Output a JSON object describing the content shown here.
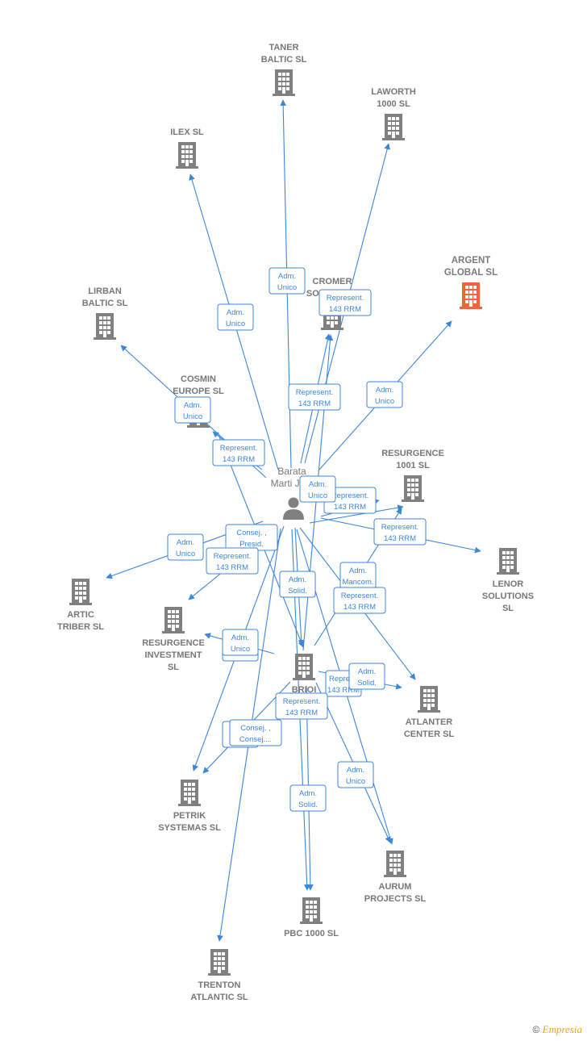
{
  "colors": {
    "edge": "#3d86d9",
    "node": "#808080",
    "highlight": "#f0643a",
    "label": "#777777"
  },
  "person": {
    "name_lines": [
      "Barata",
      "Marti Ja..."
    ],
    "icon": "person-icon"
  },
  "companies": [
    {
      "id": "taner",
      "lines": [
        "TANER",
        "BALTIC  SL"
      ],
      "icon": "building-icon"
    },
    {
      "id": "laworth",
      "lines": [
        "LAWORTH",
        "1000 SL"
      ],
      "icon": "building-icon"
    },
    {
      "id": "ilex",
      "lines": [
        "ILEX SL"
      ],
      "icon": "building-icon"
    },
    {
      "id": "argent",
      "lines": [
        "ARGENT",
        "GLOBAL  SL"
      ],
      "icon": "building-icon",
      "highlight": true
    },
    {
      "id": "cromer",
      "lines": [
        "CROMER",
        "SOLUTIONS"
      ],
      "icon": "building-icon"
    },
    {
      "id": "lirban",
      "lines": [
        "LIRBAN",
        "BALTIC  SL"
      ],
      "icon": "building-icon"
    },
    {
      "id": "cosmin",
      "lines": [
        "COSMIN",
        "EUROPE  SL"
      ],
      "icon": "building-icon"
    },
    {
      "id": "resurgence1001",
      "lines": [
        "RESURGENCE",
        "1001  SL"
      ],
      "icon": "building-icon"
    },
    {
      "id": "lenor",
      "lines": [
        "LENOR",
        "SOLUTIONS",
        "SL"
      ],
      "icon": "building-icon"
    },
    {
      "id": "artic",
      "lines": [
        "ARTIC",
        "TRIBER  SL"
      ],
      "icon": "building-icon"
    },
    {
      "id": "resinv",
      "lines": [
        "RESURGENCE",
        "INVESTMENT",
        "SL"
      ],
      "icon": "building-icon"
    },
    {
      "id": "brio",
      "lines": [
        "BRIOI",
        "L"
      ],
      "icon": "building-icon"
    },
    {
      "id": "atlanter",
      "lines": [
        "ATLANTER",
        "CENTER  SL"
      ],
      "icon": "building-icon"
    },
    {
      "id": "petrik",
      "lines": [
        "PETRIK",
        "SYSTEMAS SL"
      ],
      "icon": "building-icon"
    },
    {
      "id": "aurum",
      "lines": [
        "AURUM",
        "PROJECTS SL"
      ],
      "icon": "building-icon"
    },
    {
      "id": "pbc",
      "lines": [
        "PBC 1000  SL"
      ],
      "icon": "building-icon"
    },
    {
      "id": "trenton",
      "lines": [
        "TRENTON",
        "ATLANTIC  SL"
      ],
      "icon": "building-icon"
    }
  ],
  "edge_labels": [
    {
      "id": "e-taner",
      "lines": [
        "Adm.",
        "Unico"
      ]
    },
    {
      "id": "e-ilex",
      "lines": [
        "Adm.",
        "Unico"
      ]
    },
    {
      "id": "e-cromer",
      "lines": [
        "Represent.",
        "143 RRM"
      ]
    },
    {
      "id": "e-laworth",
      "lines": [
        "Represent.",
        "143 RRM"
      ]
    },
    {
      "id": "e-argent",
      "lines": [
        "Adm.",
        "Unico"
      ]
    },
    {
      "id": "e-lirban",
      "lines": [
        "Adm.",
        "Unico"
      ]
    },
    {
      "id": "e-cosmin",
      "lines": [
        "Represent.",
        "143 RRM"
      ]
    },
    {
      "id": "e-res1001",
      "lines": [
        "Represent.",
        "143 RRM"
      ]
    },
    {
      "id": "e-res1001b",
      "lines": [
        "Adm.",
        "Unico"
      ]
    },
    {
      "id": "e-lenor",
      "lines": [
        "Represent.",
        "143 RRM"
      ]
    },
    {
      "id": "e-artic",
      "lines": [
        "Adm.",
        "Unico"
      ]
    },
    {
      "id": "e-consej1",
      "lines": [
        "Consej. ,",
        "Presid."
      ]
    },
    {
      "id": "e-resinv",
      "lines": [
        "Represent.",
        "143 RRM"
      ]
    },
    {
      "id": "e-admsolid1",
      "lines": [
        "Adm.",
        "Solid."
      ]
    },
    {
      "id": "e-mancom",
      "lines": [
        "Adm.",
        "Mancom."
      ]
    },
    {
      "id": "e-atlanter",
      "lines": [
        "Represent.",
        "143 RRM"
      ]
    },
    {
      "id": "e-resinv2",
      "lines": [
        "R",
        ""
      ]
    },
    {
      "id": "e-resinv3",
      "lines": [
        "Adm.",
        "Unico"
      ]
    },
    {
      "id": "e-brio1",
      "lines": [
        "Represe",
        "143 RRM"
      ]
    },
    {
      "id": "e-brio2",
      "lines": [
        "Adm.",
        "Solid."
      ]
    },
    {
      "id": "e-brio3",
      "lines": [
        "Represent.",
        "143 RRM"
      ]
    },
    {
      "id": "e-petrik1",
      "lines": [
        "A",
        "U"
      ]
    },
    {
      "id": "e-petrik2",
      "lines": [
        "Consej. ,",
        "Consej...."
      ]
    },
    {
      "id": "e-aurum",
      "lines": [
        "Adm.",
        "Unico"
      ]
    },
    {
      "id": "e-pbc",
      "lines": [
        "Adm.",
        "Solid."
      ]
    }
  ],
  "footer": {
    "copyright_symbol": "©",
    "brand": "Empresia"
  }
}
